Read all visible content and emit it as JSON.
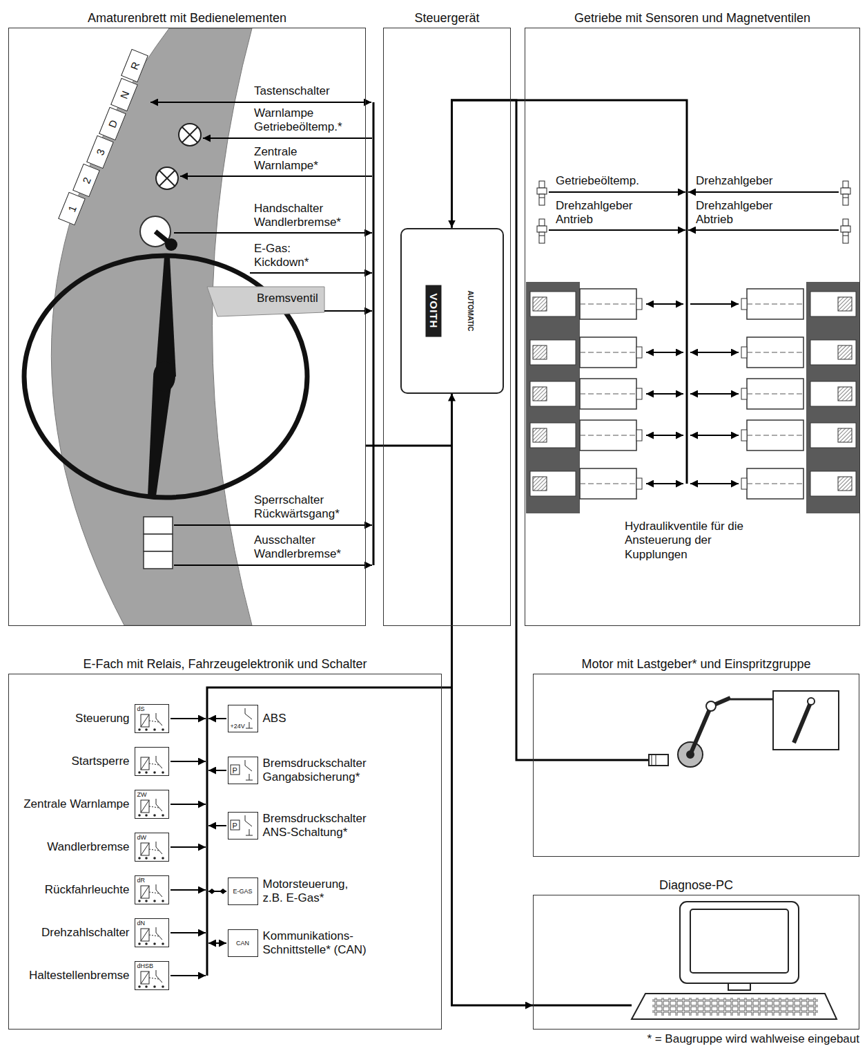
{
  "diagram": {
    "nodes": [
      {
        "text": [
          "Amaturenbrett mit Bedienelementen"
        ]
      },
      {
        "text": [
          "1"
        ],
        "in": 0
      },
      {
        "text": [
          "2"
        ],
        "in": 0
      },
      {
        "text": [
          "3"
        ],
        "in": 0
      },
      {
        "text": [
          "D"
        ],
        "in": 0
      },
      {
        "text": [
          "N"
        ],
        "in": 0
      },
      {
        "text": [
          "R"
        ],
        "in": 0
      },
      {
        "text": [
          "Steuergerät"
        ]
      },
      {
        "text": [
          "VOITH",
          "AUTOMATIC"
        ],
        "in": 7
      },
      {
        "text": [
          "Getriebe mit Sensoren und Magnetventilen"
        ]
      },
      {
        "text": [
          "E-Fach mit Relais, Fahrzeugelektronik und Schalter"
        ]
      },
      {
        "text": [
          "Steuerung",
          "dS"
        ],
        "in": 10
      },
      {
        "text": [
          "Startsperre"
        ],
        "in": 10
      },
      {
        "text": [
          "Zentrale Warnlampe",
          "ZW"
        ],
        "in": 10
      },
      {
        "text": [
          "Wandlerbremse",
          "dW"
        ],
        "in": 10
      },
      {
        "text": [
          "Rückfahrleuchte",
          "dR"
        ],
        "in": 10
      },
      {
        "text": [
          "Drehzahlschalter",
          "dN"
        ],
        "in": 10
      },
      {
        "text": [
          "Haltestellenbremse",
          "dHSB"
        ],
        "in": 10
      },
      {
        "text": [
          "+24V",
          "ABS"
        ],
        "in": 10
      },
      {
        "text": [
          "P",
          "Bremsdruckschalter Gangabsicherung*"
        ],
        "in": 10
      },
      {
        "text": [
          "P",
          "Bremsdruckschalter ANS-Schaltung*"
        ],
        "in": 10
      },
      {
        "text": [
          "E-GAS",
          "Motorsteuerung, z.B. E-Gas*"
        ],
        "in": 10
      },
      {
        "text": [
          "CAN",
          "Kommunikations- Schnittstelle* (CAN)"
        ],
        "in": 10
      },
      {
        "text": [
          "Motor mit Lastgeber* und Einspritzgruppe"
        ]
      },
      {
        "text": [
          "Diagnose-PC"
        ]
      }
    ],
    "edges": [
      {
        "from": 8,
        "to": 0,
        "arrow": "none"
      },
      {
        "from": 8,
        "to": 9,
        "arrow": "none"
      },
      {
        "from": 23,
        "to": 8,
        "arrow": "to"
      },
      {
        "from": 8,
        "to": 10,
        "arrow": "none"
      },
      {
        "from": 8,
        "to": 24,
        "arrow": "both"
      }
    ],
    "labels": [
      "Tastenschalter",
      "Warnlampe Getriebeöltemp.*",
      "Zentrale Warnlampe*",
      "Handschalter Wandlerbremse*",
      "E-Gas: Kickdown*",
      "Bremsventil",
      "Sperrschalter Rückwärtsgang*",
      "Ausschalter Wandlerbremse*",
      "Getriebeöltemp.",
      "Drehzahlgeber Antrieb",
      "Drehzahlgeber",
      "Drehzahlgeber Abtrieb",
      "Hydraulikventile für die Ansteuerung der Kupplungen",
      "* = Baugruppe wird wahlweise eingebaut"
    ]
  }
}
